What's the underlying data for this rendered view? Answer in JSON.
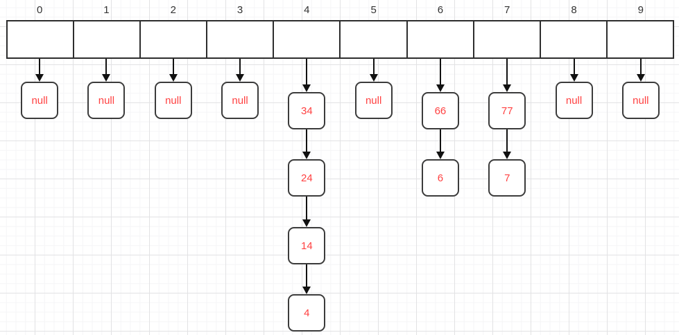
{
  "diagram": {
    "type": "hash-table-chaining",
    "indices": [
      "0",
      "1",
      "2",
      "3",
      "4",
      "5",
      "6",
      "7",
      "8",
      "9"
    ],
    "buckets": [
      {
        "index": "0",
        "chain": [
          "null"
        ]
      },
      {
        "index": "1",
        "chain": [
          "null"
        ]
      },
      {
        "index": "2",
        "chain": [
          "null"
        ]
      },
      {
        "index": "3",
        "chain": [
          "null"
        ]
      },
      {
        "index": "4",
        "chain": [
          "34",
          "24",
          "14",
          "4"
        ]
      },
      {
        "index": "5",
        "chain": [
          "null"
        ]
      },
      {
        "index": "6",
        "chain": [
          "66",
          "6"
        ]
      },
      {
        "index": "7",
        "chain": [
          "77",
          "7"
        ]
      },
      {
        "index": "8",
        "chain": [
          "null"
        ]
      },
      {
        "index": "9",
        "chain": [
          "null"
        ]
      }
    ],
    "colors": {
      "value_text": "#ff4141",
      "index_text": "#333333",
      "shape_border": "#3b3b3b",
      "array_border": "#2d2d2d",
      "arrow": "#111111",
      "grid_major": "#e2e2e4",
      "grid_minor": "#f5f5f7",
      "background": "#ffffff"
    }
  }
}
